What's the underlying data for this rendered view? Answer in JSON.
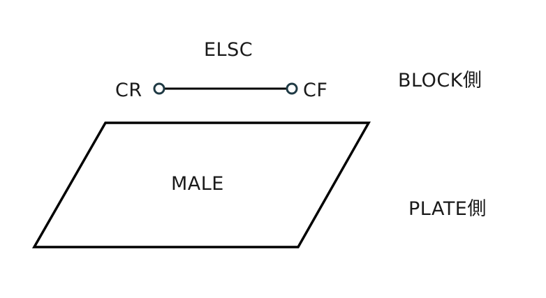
{
  "labels": {
    "elsc": "ELSC",
    "cr": "CR",
    "cf": "CF",
    "block_side": "BLOCK側",
    "male": "MALE",
    "plate_side": "PLATE側"
  },
  "colors": {
    "stroke": "#000000",
    "terminal_stroke": "#1f3a44",
    "text": "#1a1a1a",
    "background": "#ffffff"
  }
}
